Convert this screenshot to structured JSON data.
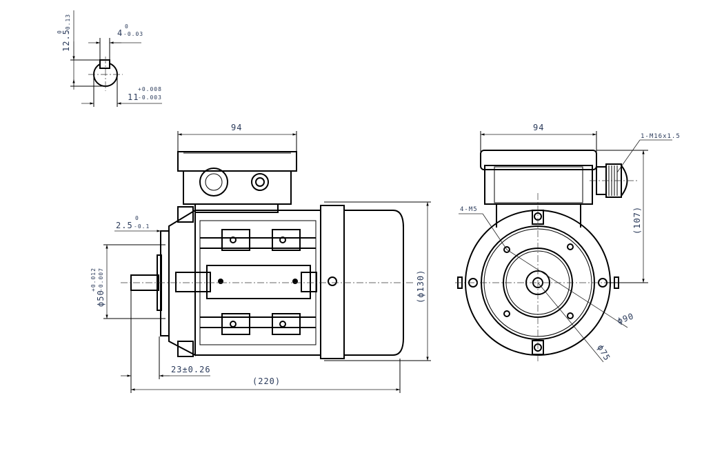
{
  "keyway_detail": {
    "key_depth": {
      "nominal": "12.5",
      "upper": "0",
      "lower": "-0.13"
    },
    "key_width": {
      "nominal": "4",
      "upper": "0",
      "lower": "-0.03"
    },
    "shaft_diameter": {
      "nominal": "11",
      "upper": "+0.008",
      "lower": "-0.003"
    }
  },
  "side_view": {
    "terminal_box_width": "94",
    "flange_step": {
      "nominal": "2.5",
      "upper": "0",
      "lower": "-0.1"
    },
    "spigot_diameter": {
      "nominal": "ϕ50",
      "upper": "+0.012",
      "lower": "-0.007"
    },
    "shaft_length": "23±0.26",
    "overall_length": "(220)",
    "housing_diameter": "(ϕ130)"
  },
  "front_view": {
    "terminal_box_width": "94",
    "cable_gland": "1-M16x1.5",
    "mount_holes": "4-M5",
    "shaft_height": "(107)",
    "pcd": "ϕ90",
    "spigot": "ϕ75"
  },
  "colors": {
    "line": "#000000",
    "dimension_text": "#2a3a5a"
  }
}
